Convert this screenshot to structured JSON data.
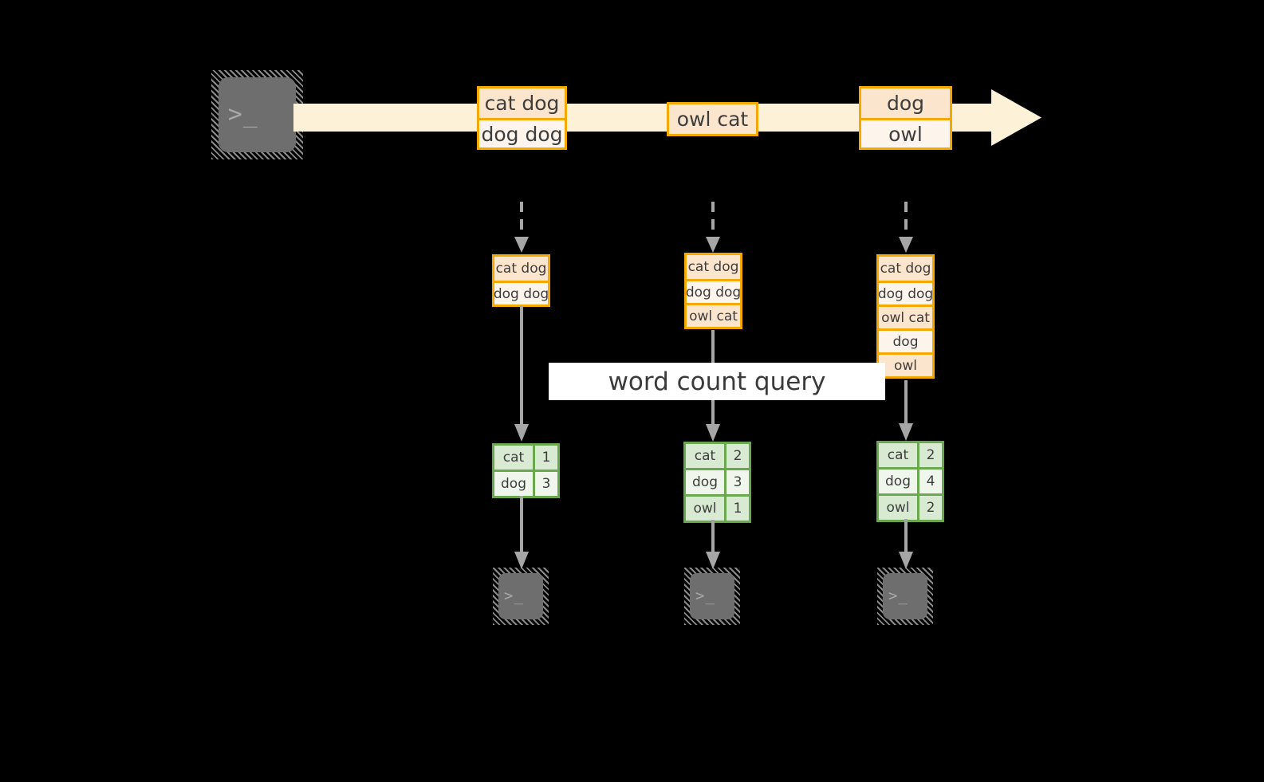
{
  "diagram": {
    "title_label": "word count query",
    "colors": {
      "stream_band": "#fdf1d7",
      "box_border": "#f5a800",
      "box_fill_shade": "#fce5cd",
      "box_fill_light": "#fdf4ec",
      "table_border": "#6aa84f",
      "table_fill_shade": "#d9ead3",
      "table_fill_light": "#eff7ec",
      "arrow_grey": "#a6a6a6",
      "terminal_body": "#6e6e6e",
      "background": "#000000"
    },
    "producer_terminal": {
      "icon": "terminal-icon",
      "prompt": ">_"
    },
    "stream": {
      "icon": "right-arrow-icon",
      "messages": [
        {
          "lines": [
            "cat dog",
            "dog dog"
          ]
        },
        {
          "lines": [
            "owl cat"
          ]
        },
        {
          "lines": [
            "dog",
            "owl"
          ]
        }
      ]
    },
    "snapshots": [
      {
        "input_lines": [
          "cat dog",
          "dog dog"
        ],
        "results": {
          "rows": [
            {
              "word": "cat",
              "count": "1"
            },
            {
              "word": "dog",
              "count": "3"
            }
          ]
        },
        "consumer_terminal": {
          "icon": "terminal-icon",
          "prompt": ">_"
        }
      },
      {
        "input_lines": [
          "cat dog",
          "dog dog",
          "owl cat"
        ],
        "results": {
          "rows": [
            {
              "word": "cat",
              "count": "2"
            },
            {
              "word": "dog",
              "count": "3"
            },
            {
              "word": "owl",
              "count": "1"
            }
          ]
        },
        "consumer_terminal": {
          "icon": "terminal-icon",
          "prompt": ">_"
        }
      },
      {
        "input_lines": [
          "cat dog",
          "dog dog",
          "owl cat",
          "dog",
          "owl"
        ],
        "results": {
          "rows": [
            {
              "word": "cat",
              "count": "2"
            },
            {
              "word": "dog",
              "count": "4"
            },
            {
              "word": "owl",
              "count": "2"
            }
          ]
        },
        "consumer_terminal": {
          "icon": "terminal-icon",
          "prompt": ">_"
        }
      }
    ]
  }
}
